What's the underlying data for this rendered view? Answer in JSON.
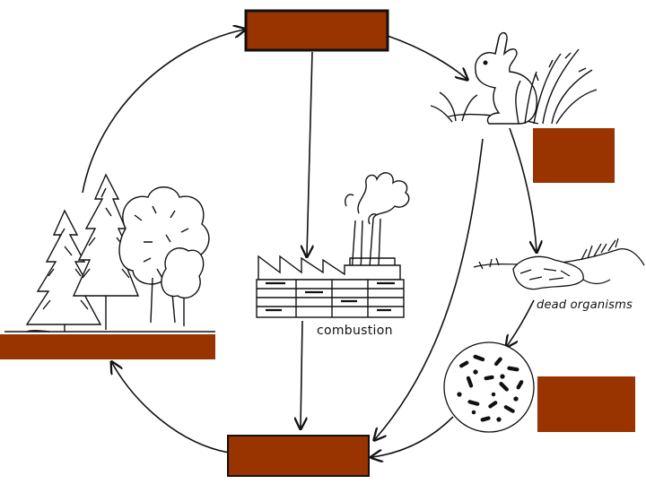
{
  "diagram": {
    "labels": {
      "dead_organisms": "dead organisms",
      "combustion": "combustion"
    },
    "answer_box_color": "#993300",
    "answer_boxes": [
      "top-box",
      "animal-box",
      "plants-box",
      "decomposer-box",
      "bottom-box"
    ],
    "icons": [
      "trees-icon",
      "rabbit-icon",
      "factory-icon",
      "dead-organisms-icon",
      "bacteria-icon"
    ]
  }
}
